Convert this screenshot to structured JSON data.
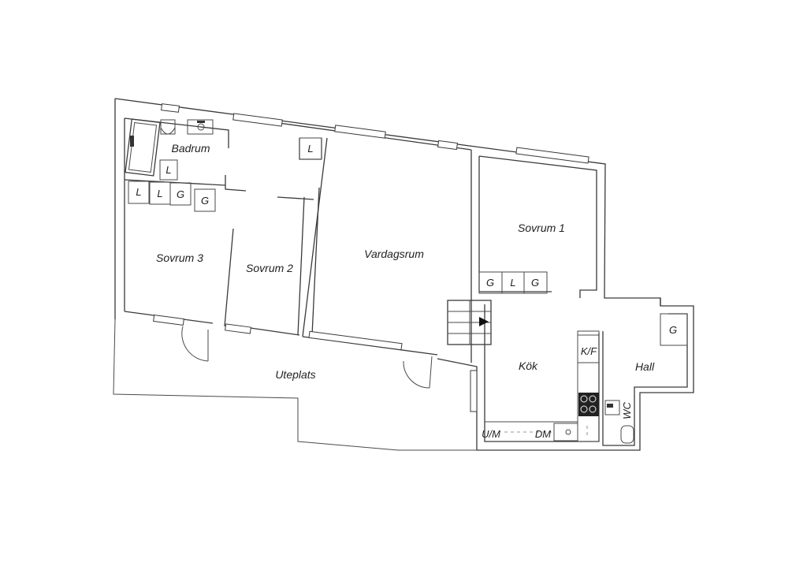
{
  "rooms": {
    "badrum": "Badrum",
    "sovrum1": "Sovrum 1",
    "sovrum2": "Sovrum 2",
    "sovrum3": "Sovrum 3",
    "vardagsrum": "Vardagsrum",
    "kok": "Kök",
    "hall": "Hall",
    "uteplats": "Uteplats"
  },
  "closets": {
    "badrum_l": "L",
    "badrum_l2": "L",
    "row_l1": "L",
    "row_l2": "L",
    "row_g1": "G",
    "row_g2": "G",
    "sovrum1_g1": "G",
    "sovrum1_l": "L",
    "sovrum1_g2": "G",
    "hall_g": "G"
  },
  "fixtures": {
    "kf": "K/F",
    "um": "U/M",
    "dm": "DM",
    "wc": "WC"
  }
}
